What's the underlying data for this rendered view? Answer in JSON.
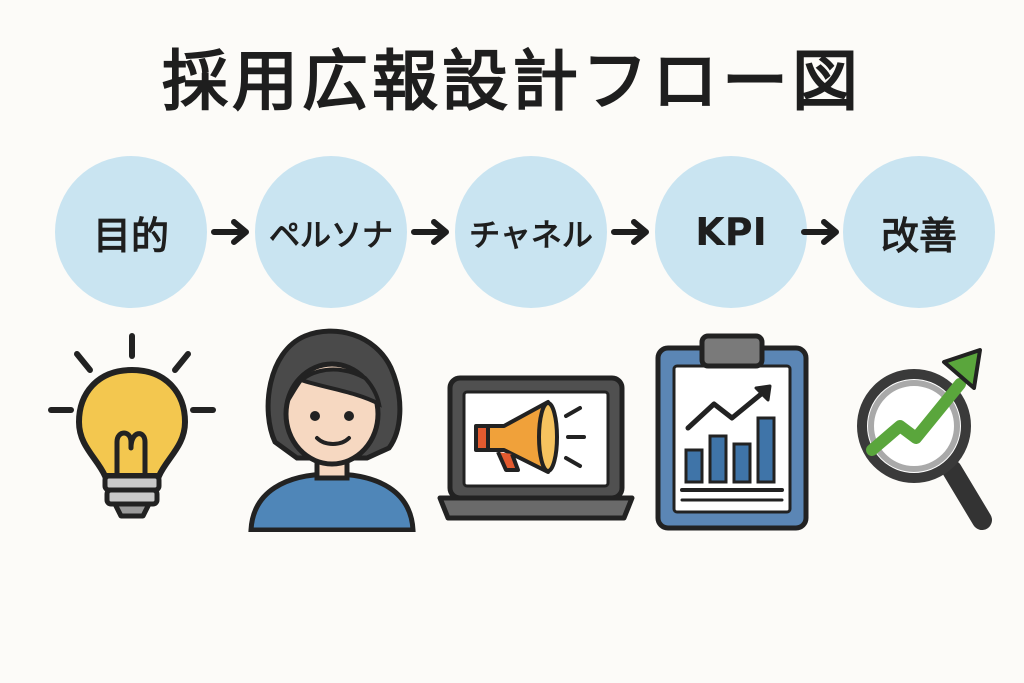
{
  "title": "採用広報設計フロー図",
  "steps": [
    {
      "label": "目的",
      "icon": "lightbulb-icon"
    },
    {
      "label": "ペルソナ",
      "icon": "person-icon"
    },
    {
      "label": "チャネル",
      "icon": "laptop-megaphone-icon"
    },
    {
      "label": "KPI",
      "icon": "clipboard-chart-icon"
    },
    {
      "label": "改善",
      "icon": "magnifier-growth-icon"
    }
  ],
  "colors": {
    "circle": "#c9e4f1",
    "bulb": "#f3c74f",
    "person_shirt": "#4f86b8",
    "megaphone": "#f0a13a",
    "chart_bars": "#3f74a8",
    "growth_arrow": "#5aa63c"
  }
}
